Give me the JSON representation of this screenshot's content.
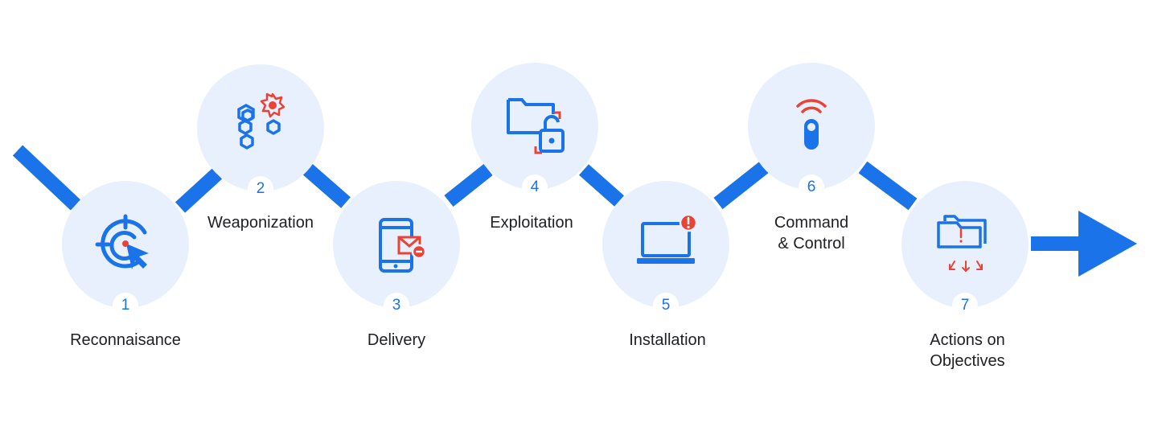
{
  "colors": {
    "accent": "#1a73e8",
    "alert": "#ea4335",
    "circle_fill": "#e8f0fe",
    "text": "#202124"
  },
  "stages": [
    {
      "number": "1",
      "label": "Reconnaisance",
      "icon": "target-cursor-icon"
    },
    {
      "number": "2",
      "label": "Weaponization",
      "icon": "hexagon-cluster-icon"
    },
    {
      "number": "3",
      "label": "Delivery",
      "icon": "phone-mail-icon"
    },
    {
      "number": "4",
      "label": "Exploitation",
      "icon": "folder-unlock-icon"
    },
    {
      "number": "5",
      "label": "Installation",
      "icon": "laptop-alert-icon"
    },
    {
      "number": "6",
      "label": "Command\n& Control",
      "icon": "remote-signal-icon"
    },
    {
      "number": "7",
      "label": "Actions on\nObjectives",
      "icon": "folders-exfiltration-icon"
    }
  ]
}
